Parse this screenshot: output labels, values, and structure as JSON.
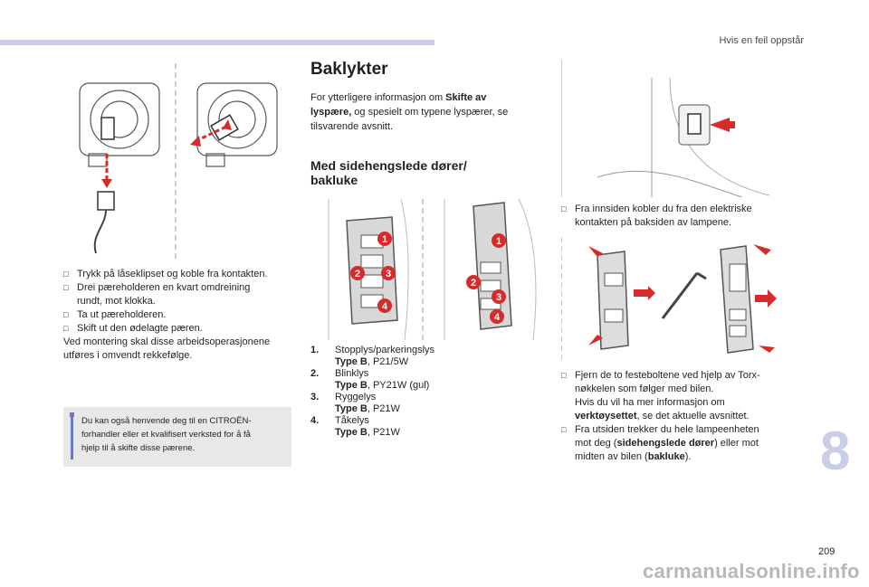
{
  "header": {
    "section_title": "Hvis en feil oppstår"
  },
  "chapter_tab": {
    "number": "8"
  },
  "left_column": {
    "steps": [
      "Trykk på låseklipset og koble fra kontakten.",
      "Drei pæreholderen en kvart omdreining",
      "rundt, mot klokka.",
      "Ta ut pæreholderen.",
      "Skift ut den ødelagte pæren."
    ],
    "paragraph_line1": "Ved montering skal disse arbeidsoperasjonene",
    "paragraph_line2": "utføres i omvendt rekkefølge.",
    "note_line1": "Du kan også henvende deg til en CITROËN-",
    "note_line2": "forhandler eller et kvalifisert verksted for å få",
    "note_line3": "hjelp til å skifte disse pærene."
  },
  "middle_column": {
    "title": "Baklykter",
    "intro_part1": "For ytterligere informasjon om ",
    "intro_bold1": "Skifte av",
    "intro_bold2": "lyspære,",
    "intro_part2": " og spesielt om typene lyspærer, se",
    "intro_line3": "tilsvarende avsnitt.",
    "section_heading_line1": "Med sidehengslede dører/",
    "section_heading_line2": "bakluke",
    "lamps": [
      {
        "num": "1.",
        "name": "Stopplys/parkeringslys",
        "type_bold": "Type B",
        "type_rest": ", P21/5W"
      },
      {
        "num": "2.",
        "name": "Blinklys",
        "type_bold": "Type B",
        "type_rest": ", PY21W (gul)"
      },
      {
        "num": "3.",
        "name": "Ryggelys",
        "type_bold": "Type B",
        "type_rest": ", P21W"
      },
      {
        "num": "4.",
        "name": "Tåkelys",
        "type_bold": "Type B",
        "type_rest": ", P21W"
      }
    ],
    "callouts": [
      "1",
      "2",
      "3",
      "4"
    ]
  },
  "right_column": {
    "step1_line1": "Fra innsiden kobler du fra den elektriske",
    "step1_line2": "kontakten på baksiden av lampene.",
    "step2_line1": "Fjern de to festeboltene ved hjelp av Torx-",
    "step2_line2": "nøkkelen som følger med bilen.",
    "step2_line3": "Hvis du vil ha mer informasjon om",
    "step2_bold": "verktøysettet",
    "step2_line4_rest": ", se det aktuelle avsnittet.",
    "step3_line1": "Fra utsiden trekker du hele lampeenheten",
    "step3_line2a": "mot deg (",
    "step3_bold1": "sidehengslede dører",
    "step3_line2b": ") eller mot",
    "step3_line3a": "midten av bilen (",
    "step3_bold2": "bakluke",
    "step3_line3b": ")."
  },
  "footer": {
    "page_number": "209",
    "watermark": "carmanualsonline.info"
  },
  "colors": {
    "accent_band": "#c9cde8",
    "callout_red": "#d62b2b",
    "note_bar": "#6e78c0",
    "note_bg": "#e8e8e8"
  }
}
